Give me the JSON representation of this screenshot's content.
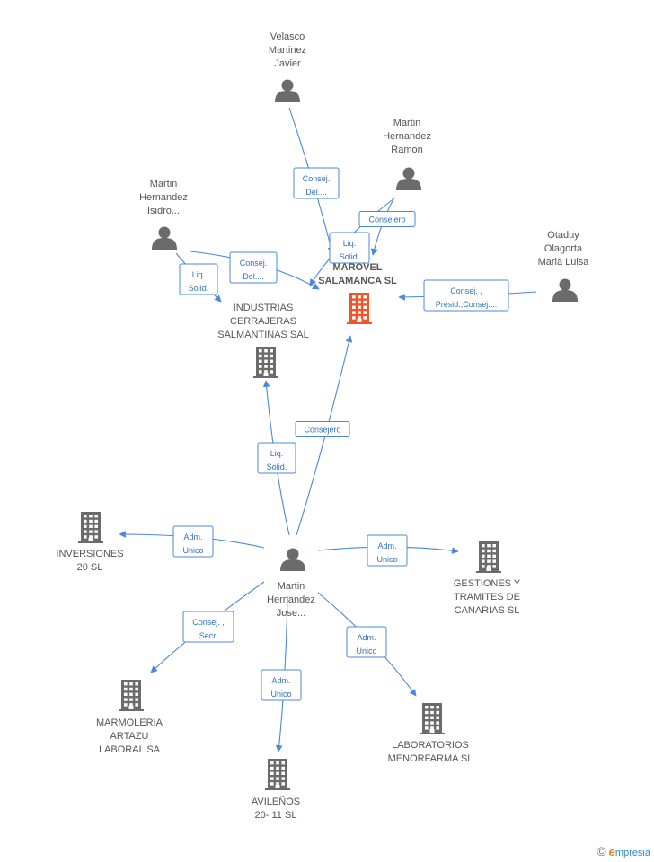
{
  "colors": {
    "edge": "#4a88d8",
    "node": "#6b6b6b",
    "highlight": "#f0552a",
    "label": "#555555"
  },
  "nodes": [
    {
      "id": "velasco",
      "kind": "person",
      "lines": [
        "Velasco",
        "Martinez",
        "Javier"
      ]
    },
    {
      "id": "ramon",
      "kind": "person",
      "lines": [
        "Martin",
        "Hernandez",
        "Ramon"
      ]
    },
    {
      "id": "isidro",
      "kind": "person",
      "lines": [
        "Martin",
        "Hernandez",
        "Isidro..."
      ]
    },
    {
      "id": "otaduy",
      "kind": "person",
      "lines": [
        "Otaduy",
        "Olagorta",
        "Maria Luisa"
      ]
    },
    {
      "id": "marovel",
      "kind": "company",
      "highlight": true,
      "lines": [
        "MAROVEL",
        "SALAMANCA SL"
      ]
    },
    {
      "id": "industrias",
      "kind": "company",
      "lines": [
        "INDUSTRIAS",
        "CERRAJERAS",
        "SALMANTINAS SAL"
      ]
    },
    {
      "id": "jose",
      "kind": "person",
      "lines": [
        "Martin",
        "Hernandez",
        "Jose..."
      ]
    },
    {
      "id": "inversiones",
      "kind": "company",
      "lines": [
        "INVERSIONES",
        "20 SL"
      ]
    },
    {
      "id": "gestiones",
      "kind": "company",
      "lines": [
        "GESTIONES Y",
        "TRAMITES DE",
        "CANARIAS SL"
      ]
    },
    {
      "id": "marmoleria",
      "kind": "company",
      "lines": [
        "MARMOLERIA",
        "ARTAZU",
        "LABORAL SA"
      ]
    },
    {
      "id": "avilenos",
      "kind": "company",
      "lines": [
        "AVILEÑOS",
        "20- 11  SL"
      ]
    },
    {
      "id": "laboratorios",
      "kind": "company",
      "lines": [
        "LABORATORIOS",
        "MENORFARMA SL"
      ]
    }
  ],
  "edges": [
    {
      "from": "velasco",
      "to": "marovel",
      "label": [
        "Consej.",
        "Del...."
      ]
    },
    {
      "from": "ramon",
      "to": "marovel",
      "label": [
        "Consejero"
      ]
    },
    {
      "from": "ramon",
      "to": "industrias",
      "label": [
        "Liq.",
        "Solid."
      ]
    },
    {
      "from": "isidro",
      "to": "marovel",
      "label": [
        "Consej.",
        "Del...."
      ]
    },
    {
      "from": "isidro",
      "to": "industrias",
      "label": [
        "Liq.",
        "Solid."
      ]
    },
    {
      "from": "otaduy",
      "to": "marovel",
      "label": [
        "Consej. ,",
        "Presid.,Consej...."
      ]
    },
    {
      "from": "jose",
      "to": "industrias",
      "label": [
        "Liq.",
        "Solid."
      ]
    },
    {
      "from": "jose",
      "to": "marovel",
      "label": [
        "Consejero"
      ]
    },
    {
      "from": "jose",
      "to": "inversiones",
      "label": [
        "Adm.",
        "Unico"
      ]
    },
    {
      "from": "jose",
      "to": "gestiones",
      "label": [
        "Adm.",
        "Unico"
      ]
    },
    {
      "from": "jose",
      "to": "marmoleria",
      "label": [
        "Consej. ,",
        "Secr."
      ]
    },
    {
      "from": "jose",
      "to": "avilenos",
      "label": [
        "Adm.",
        "Unico"
      ]
    },
    {
      "from": "jose",
      "to": "laboratorios",
      "label": [
        "Adm.",
        "Unico"
      ]
    }
  ],
  "brand": {
    "symbol": "©",
    "initial": "e",
    "rest": "mpresia"
  }
}
